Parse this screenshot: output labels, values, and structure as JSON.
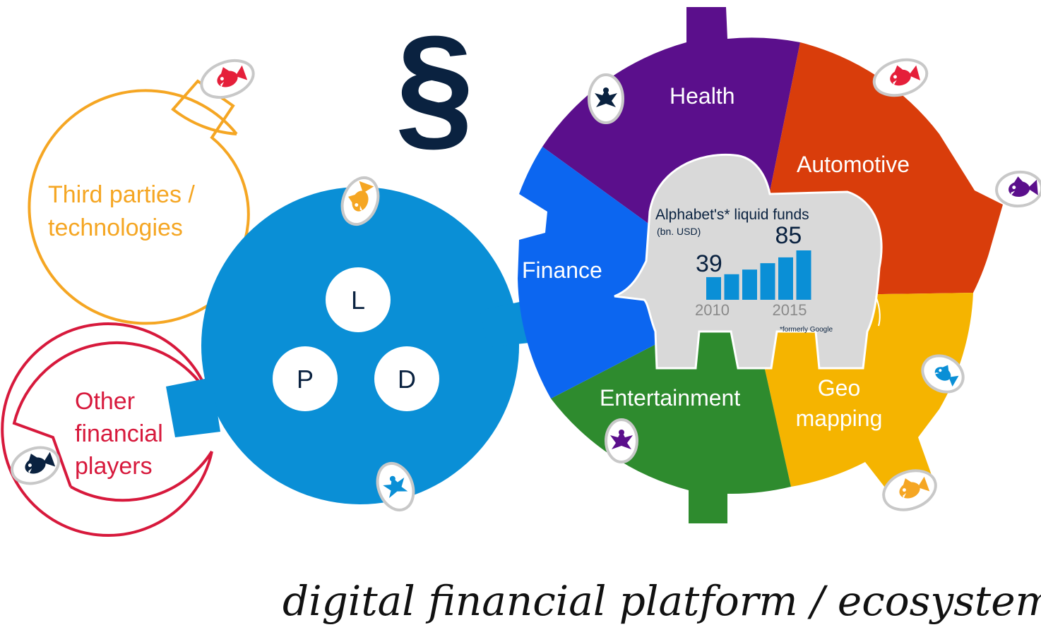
{
  "section_symbol": "§",
  "third_parties_label": [
    "Third parties /",
    "technologies"
  ],
  "other_players_label": [
    "Other",
    "financial",
    "players"
  ],
  "ldp_letters": {
    "l": "L",
    "p": "P",
    "d": "D"
  },
  "sectors": {
    "health": "Health",
    "automotive": "Automotive",
    "finance": "Finance",
    "entertainment": "Entertainment",
    "geo_mapping": [
      "Geo",
      "mapping"
    ]
  },
  "colors": {
    "third_parties": "#f5a623",
    "other_players": "#d7193c",
    "hub_blue": "#0a8fd6",
    "health": "#5b0f8c",
    "automotive": "#d93d0b",
    "finance": "#0c66f0",
    "entertainment": "#2e8b2e",
    "geo_mapping": "#f5b400",
    "section": "#0a2240",
    "bars": "#0a8fd6",
    "elephant": "#d6d6d6"
  },
  "chart_data": {
    "type": "bar",
    "title": "Alphabet's* liquid funds",
    "subtitle": "(bn. USD)",
    "categories": [
      "2010",
      "2011",
      "2012",
      "2013",
      "2014",
      "2015"
    ],
    "values": [
      39,
      44,
      52,
      63,
      73,
      85
    ],
    "x_tick_labels": [
      "2010",
      "2015"
    ],
    "data_labels": {
      "first": "39",
      "last": "85"
    },
    "footnote": "*formerly Google"
  },
  "tagline": "digital financial platform / ecosystem",
  "fish_icons": [
    "red-fish-icon",
    "navy-fish-icon",
    "orange-fish-icon",
    "blue-fish-icon",
    "purple-fish-icon",
    "navy-bird-icon",
    "purple-bird-icon",
    "blue-bird-icon"
  ]
}
